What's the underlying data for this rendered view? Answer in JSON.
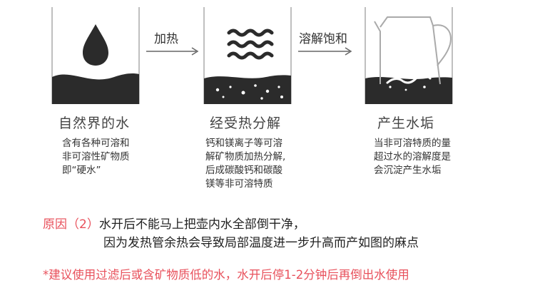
{
  "colors": {
    "accent_red": "#e8505b",
    "dark_fill": "#2b2b2b",
    "outline_gray": "#aaaaaa"
  },
  "stages": [
    {
      "title": "自然界的水",
      "description": [
        "含有各种可溶和",
        "非可溶性矿物质",
        "即“硬水”"
      ],
      "icon": "water-drop-icon"
    },
    {
      "title": "经受热分解",
      "description": [
        "钙和镁离子等可溶",
        "解矿物质加热分解,",
        "后成碳酸钙和碳酸",
        "镁等非可溶特质"
      ],
      "icon": "heat-waves-icon"
    },
    {
      "title": "产生水垢",
      "description": [
        "当非可溶特质的量",
        "超过水的溶解度是",
        "会沉淀产生水垢"
      ],
      "icon": "kettle-icon"
    }
  ],
  "arrows": [
    {
      "label": "加热"
    },
    {
      "label": "溶解饱和"
    }
  ],
  "reason": {
    "prefix": "原因（2）",
    "line1": "水开后不能马上把壶内水全部倒干净，",
    "line2": "因为发热管余热会导致局部温度进一步升高而产如图的麻点"
  },
  "note": "*建议使用过滤后或含矿物质低的水，水开后停1-2分钟后再倒出水使用"
}
